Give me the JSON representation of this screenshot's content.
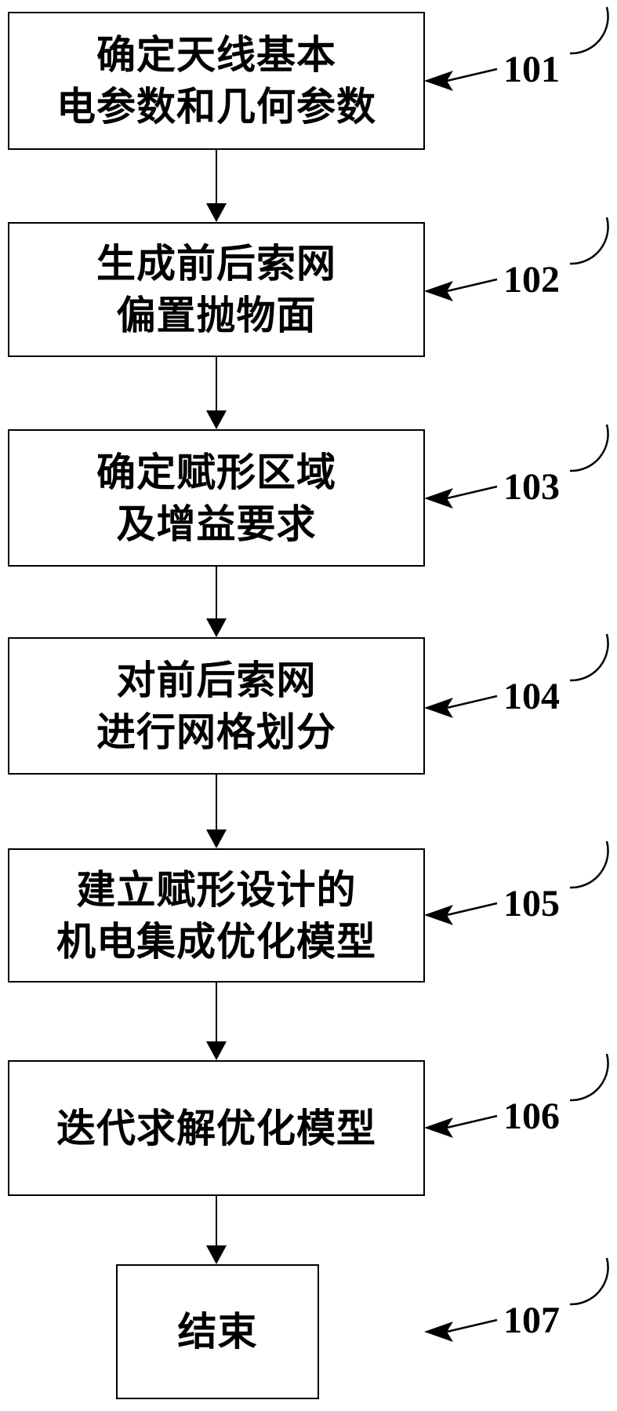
{
  "figure": {
    "background_color": "#ffffff",
    "line_color": "#000000",
    "type": "flowchart"
  },
  "boxes": [
    {
      "step": "101",
      "lines": [
        "确定天线基本",
        "电参数和几何参数"
      ]
    },
    {
      "step": "102",
      "lines": [
        "生成前后索网",
        "偏置抛物面"
      ]
    },
    {
      "step": "103",
      "lines": [
        "确定赋形区域",
        "及增益要求"
      ]
    },
    {
      "step": "104",
      "lines": [
        "对前后索网",
        "进行网格划分"
      ]
    },
    {
      "step": "105",
      "lines": [
        "建立赋形设计的",
        "机电集成优化模型"
      ]
    },
    {
      "step": "106",
      "lines": [
        "迭代求解优化模型"
      ]
    },
    {
      "step": "107",
      "lines": [
        "结束"
      ]
    }
  ],
  "labels": [
    {
      "number": "101"
    },
    {
      "number": "102"
    },
    {
      "number": "103"
    },
    {
      "number": "104"
    },
    {
      "number": "105"
    },
    {
      "number": "106"
    },
    {
      "number": "107"
    }
  ]
}
